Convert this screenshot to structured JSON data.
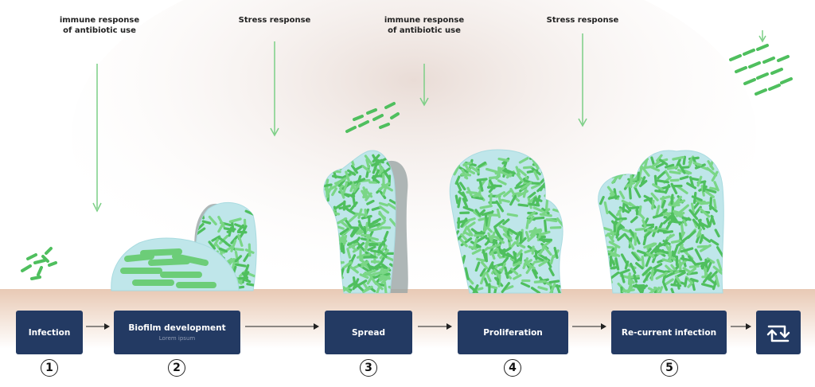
{
  "annotations": [
    {
      "text": "immune response\nof antibiotic use"
    },
    {
      "text": "Stress response"
    },
    {
      "text": "immune response\nof antibiotic use"
    },
    {
      "text": "Stress response"
    }
  ],
  "steps": [
    {
      "label": "Infection",
      "number": "1"
    },
    {
      "label": "Biofilm development",
      "number": "2",
      "ghost": "Lorem ipsum"
    },
    {
      "label": "Spread",
      "number": "3"
    },
    {
      "label": "Proliferation",
      "number": "4"
    },
    {
      "label": "Re-current infection",
      "number": "5"
    }
  ],
  "cycle_icon": "repeat-icon",
  "colors": {
    "box": "#233a63",
    "bacteria": "#5cc86a",
    "biofilm": "#bfe6ea",
    "arrow": "#7ccf86",
    "ground": "#ecd2c0"
  }
}
